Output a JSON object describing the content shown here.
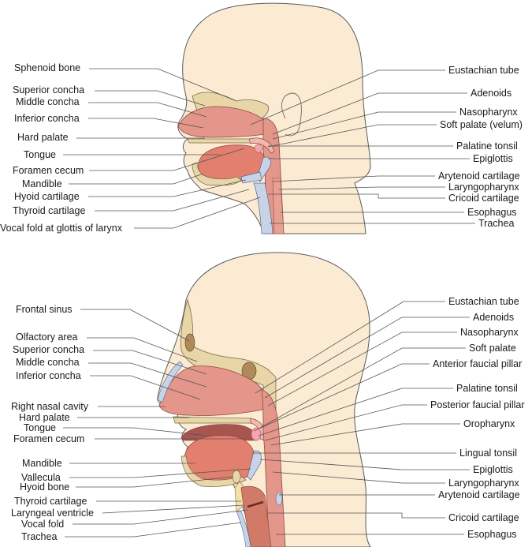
{
  "colors": {
    "skin": "#fcebd3",
    "outline": "#5a5a5a",
    "bone": "#e8d6a8",
    "bone_dark": "#b08a5a",
    "mucosa": "#e4968a",
    "mucosa_light": "#f1b9ad",
    "muscle": "#e27f6f",
    "cartilage": "#c7d4e8",
    "cavity_dark": "#a9554f",
    "tonsil": "#f4a6b0"
  },
  "top_figure": {
    "left_labels": [
      "Sphenoid bone",
      "Superior concha",
      "Middle concha",
      "Inferior concha",
      "Hard palate",
      "Tongue",
      "Foramen cecum",
      "Mandible",
      "Hyoid cartilage",
      "Thyroid cartilage",
      "Vocal fold at glottis of larynx"
    ],
    "right_labels": [
      "Eustachian tube",
      "Adenoids",
      "Nasopharynx",
      "Soft palate (velum)",
      "Palatine tonsil",
      "Epiglottis",
      "Arytenoid cartilage",
      "Laryngopharynx",
      "Cricoid cartilage",
      "Esophagus",
      "Trachea"
    ]
  },
  "bottom_figure": {
    "left_labels": [
      "Frontal sinus",
      "Olfactory area",
      "Superior concha",
      "Middle concha",
      "Inferior concha",
      "Right nasal cavity",
      "Hard palate",
      "Tongue",
      "Foramen cecum",
      "Mandible",
      "Vallecula",
      "Hyoid bone",
      "Thyroid cartilage",
      "Laryngeal ventricle",
      "Vocal fold",
      "Trachea"
    ],
    "right_labels": [
      "Eustachian tube",
      "Adenoids",
      "Nasopharynx",
      "Soft palate",
      "Anterior faucial pillar",
      "Palatine tonsil",
      "Posterior faucial pillar",
      "Oropharynx",
      "Lingual tonsil",
      "Epiglottis",
      "Laryngopharynx",
      "Arytenoid cartilage",
      "Cricoid cartilage",
      "Esophagus"
    ]
  }
}
